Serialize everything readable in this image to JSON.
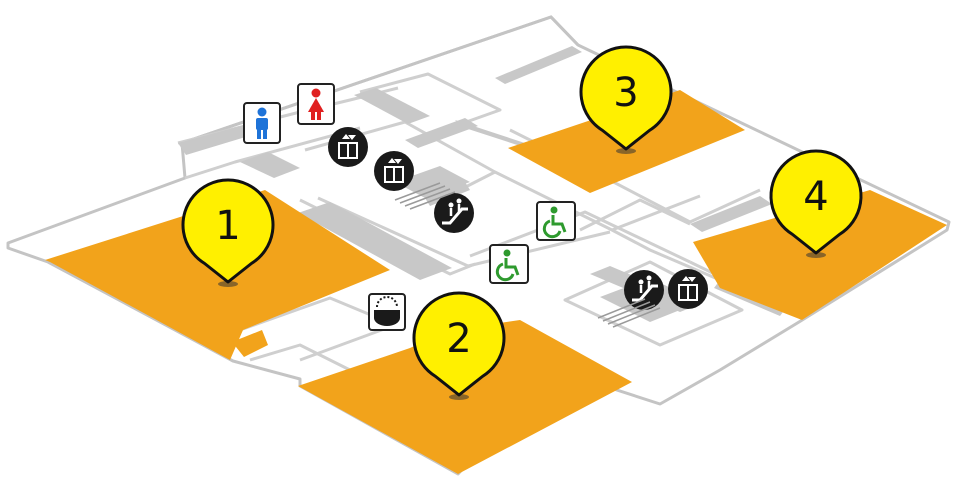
{
  "colors": {
    "zone_fill": "#F2A31B",
    "pin_fill": "#FFF000",
    "pin_stroke": "#111111",
    "floor_fill": "#FFFFFF",
    "wall_gray": "#C8C8C8",
    "outline_gray": "#BDBDBD",
    "mens_blue": "#1E73D8",
    "womens_red": "#E02020",
    "accessible_green": "#2E9A2E",
    "dark_icon": "#1A1A1A"
  },
  "pins": [
    {
      "label": "1"
    },
    {
      "label": "2"
    },
    {
      "label": "3"
    },
    {
      "label": "4"
    }
  ],
  "facility_icons": [
    "mens-restroom-icon",
    "womens-restroom-icon",
    "elevator-icon",
    "elevator-icon",
    "escalator-icon",
    "accessible-restroom-icon",
    "accessible-restroom-icon",
    "escalator-icon",
    "elevator-icon",
    "nursing-room-icon"
  ]
}
